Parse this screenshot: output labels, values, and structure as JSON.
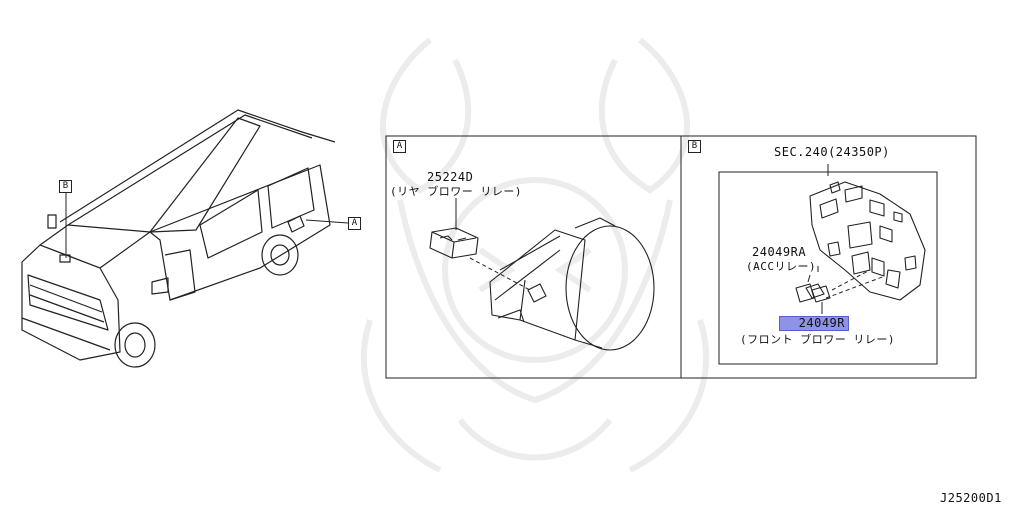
{
  "callouts": {
    "a": "A",
    "b": "B"
  },
  "panel_a": {
    "tag": "A",
    "part_number": "25224D",
    "part_name": "(リヤ ブロワー リレー)"
  },
  "panel_b": {
    "tag": "B",
    "section_ref": "SEC.240(24350P)",
    "acc_part_number": "24049RA",
    "acc_part_name": "(ACCリレー)",
    "front_part_number": "24049R",
    "front_part_name": "(フロント ブロワー リレー)"
  },
  "diagram_code": "J25200D1",
  "colors": {
    "highlight": "#8f93e6",
    "line": "#222222",
    "watermark": "#ececec"
  }
}
